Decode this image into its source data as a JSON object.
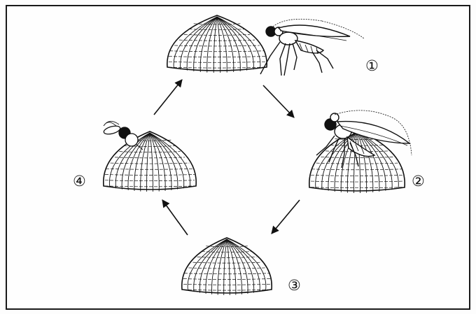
{
  "diagram": {
    "stages": [
      {
        "id": "stage-1",
        "label": "①"
      },
      {
        "id": "stage-2",
        "label": "②"
      },
      {
        "id": "stage-3",
        "label": "③"
      },
      {
        "id": "stage-4",
        "label": "④"
      }
    ],
    "colors": {
      "line": "#111111",
      "egg_fill": "#ffffff",
      "insect": "#111111"
    }
  }
}
